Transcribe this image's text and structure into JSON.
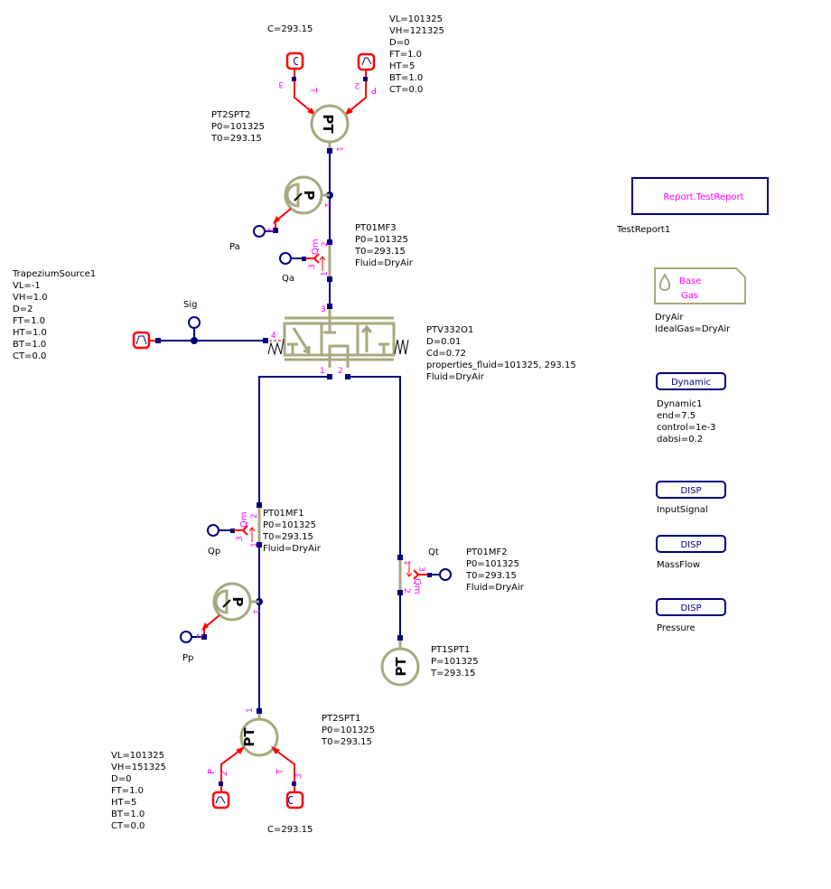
{
  "top_source": {
    "c": "C=293.15",
    "params": [
      "VL=101325",
      "VH=121325",
      "D=0",
      "FT=1.0",
      "HT=5",
      "BT=1.0",
      "CT=0.0"
    ],
    "port_t": "T",
    "port_p": "P",
    "n3": "3",
    "n2": "2"
  },
  "pt2spt2": {
    "lines": [
      "PT2SPT2",
      "P0=101325",
      "T0=293.15"
    ],
    "symbol": "PT",
    "n1": "1"
  },
  "pa": {
    "label": "Pa",
    "symbol": "P",
    "n1": "1",
    "n2": "2"
  },
  "pt01mf3": {
    "lines": [
      "PT01MF3",
      "P0=101325",
      "T0=293.15",
      "Fluid=DryAir"
    ],
    "qm": "Qm",
    "n1": "1",
    "n2": "2",
    "n3": "3"
  },
  "qa": {
    "label": "Qa"
  },
  "trapezium": {
    "lines": [
      "TrapeziumSource1",
      "VL=-1",
      "VH=1.0",
      "D=2",
      "FT=1.0",
      "HT=1.0",
      "BT=1.0",
      "CT=0.0"
    ]
  },
  "sig": {
    "label": "Sig"
  },
  "valve": {
    "lines": [
      "PTV332O1",
      "D=0.01",
      "Cd=0.72",
      "properties_fluid=101325, 293.15",
      "Fluid=DryAir"
    ],
    "n1": "1",
    "n2": "2",
    "n3": "3",
    "n4": "4"
  },
  "pt01mf1": {
    "lines": [
      "PT01MF1",
      "P0=101325",
      "T0=293.15",
      "Fluid=DryAir"
    ],
    "qm": "Qm",
    "n1": "1",
    "n2": "2",
    "n3": "3"
  },
  "qp": {
    "label": "Qp"
  },
  "pp": {
    "label": "Pp",
    "symbol": "P",
    "n1": "1",
    "n2": "2"
  },
  "qt": {
    "label": "Qt"
  },
  "pt01mf2": {
    "lines": [
      "PT01MF2",
      "P0=101325",
      "T0=293.15",
      "Fluid=DryAir"
    ],
    "qm": "Qm",
    "n1": "1",
    "n2": "2",
    "n3": "3"
  },
  "pt1spt1": {
    "lines": [
      "PT1SPT1",
      "P=101325",
      "T=293.15"
    ],
    "symbol": "PT"
  },
  "pt2spt1": {
    "lines": [
      "PT2SPT1",
      "P0=101325",
      "T0=293.15"
    ],
    "symbol": "PT",
    "n1": "1"
  },
  "bottom_source": {
    "c": "C=293.15",
    "params": [
      "VL=101325",
      "VH=151325",
      "D=0",
      "FT=1.0",
      "HT=5",
      "BT=1.0",
      "CT=0.0"
    ],
    "port_t": "T",
    "port_p": "P",
    "n3": "3",
    "n2": "2"
  },
  "report": {
    "title": "Report.TestReport",
    "name": "TestReport1"
  },
  "basegas": {
    "title1": "Base",
    "title2": "Gas",
    "lines": [
      "DryAir",
      "IdealGas=DryAir"
    ]
  },
  "dynamic": {
    "title": "Dynamic",
    "lines": [
      "Dynamic1",
      "end=7.5",
      "control=1e-3",
      "dabsi=0.2"
    ]
  },
  "disp": [
    {
      "title": "DISP",
      "name": "InputSignal"
    },
    {
      "title": "DISP",
      "name": "MassFlow"
    },
    {
      "title": "DISP",
      "name": "Pressure"
    }
  ],
  "colors": {
    "connector": "#000080",
    "signal": "#ff0000",
    "component": "#a8a880",
    "label": "#ff00ff"
  }
}
